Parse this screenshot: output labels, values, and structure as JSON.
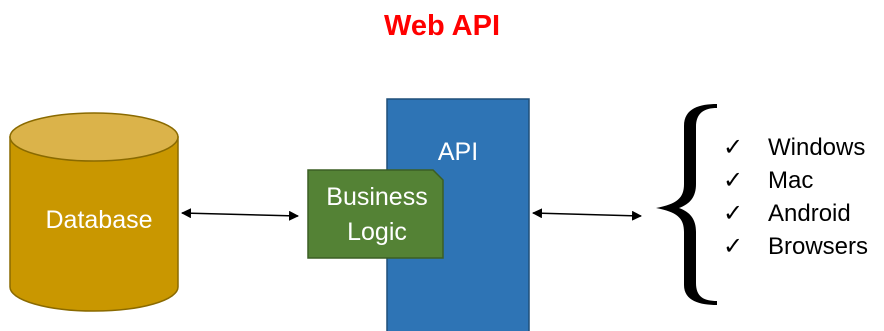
{
  "title": "Web API",
  "database": {
    "label": "Database"
  },
  "api": {
    "label": "API"
  },
  "business_logic": {
    "line1": "Business",
    "line2": "Logic"
  },
  "platforms": {
    "check_glyph": "✓",
    "items": [
      "Windows",
      "Mac",
      "Android",
      "Browsers"
    ]
  },
  "colors": {
    "title": "#ff0000",
    "cylinder_body": "#c99700",
    "cylinder_top": "#dbb34a",
    "cylinder_outline": "#8a6a00",
    "api_fill": "#2e74b5",
    "api_outline": "#1f4e79",
    "business_fill": "#548235",
    "business_outline": "#3b5e24",
    "label_text": "#ffffff",
    "arrow": "#000000",
    "list_text": "#000000"
  }
}
